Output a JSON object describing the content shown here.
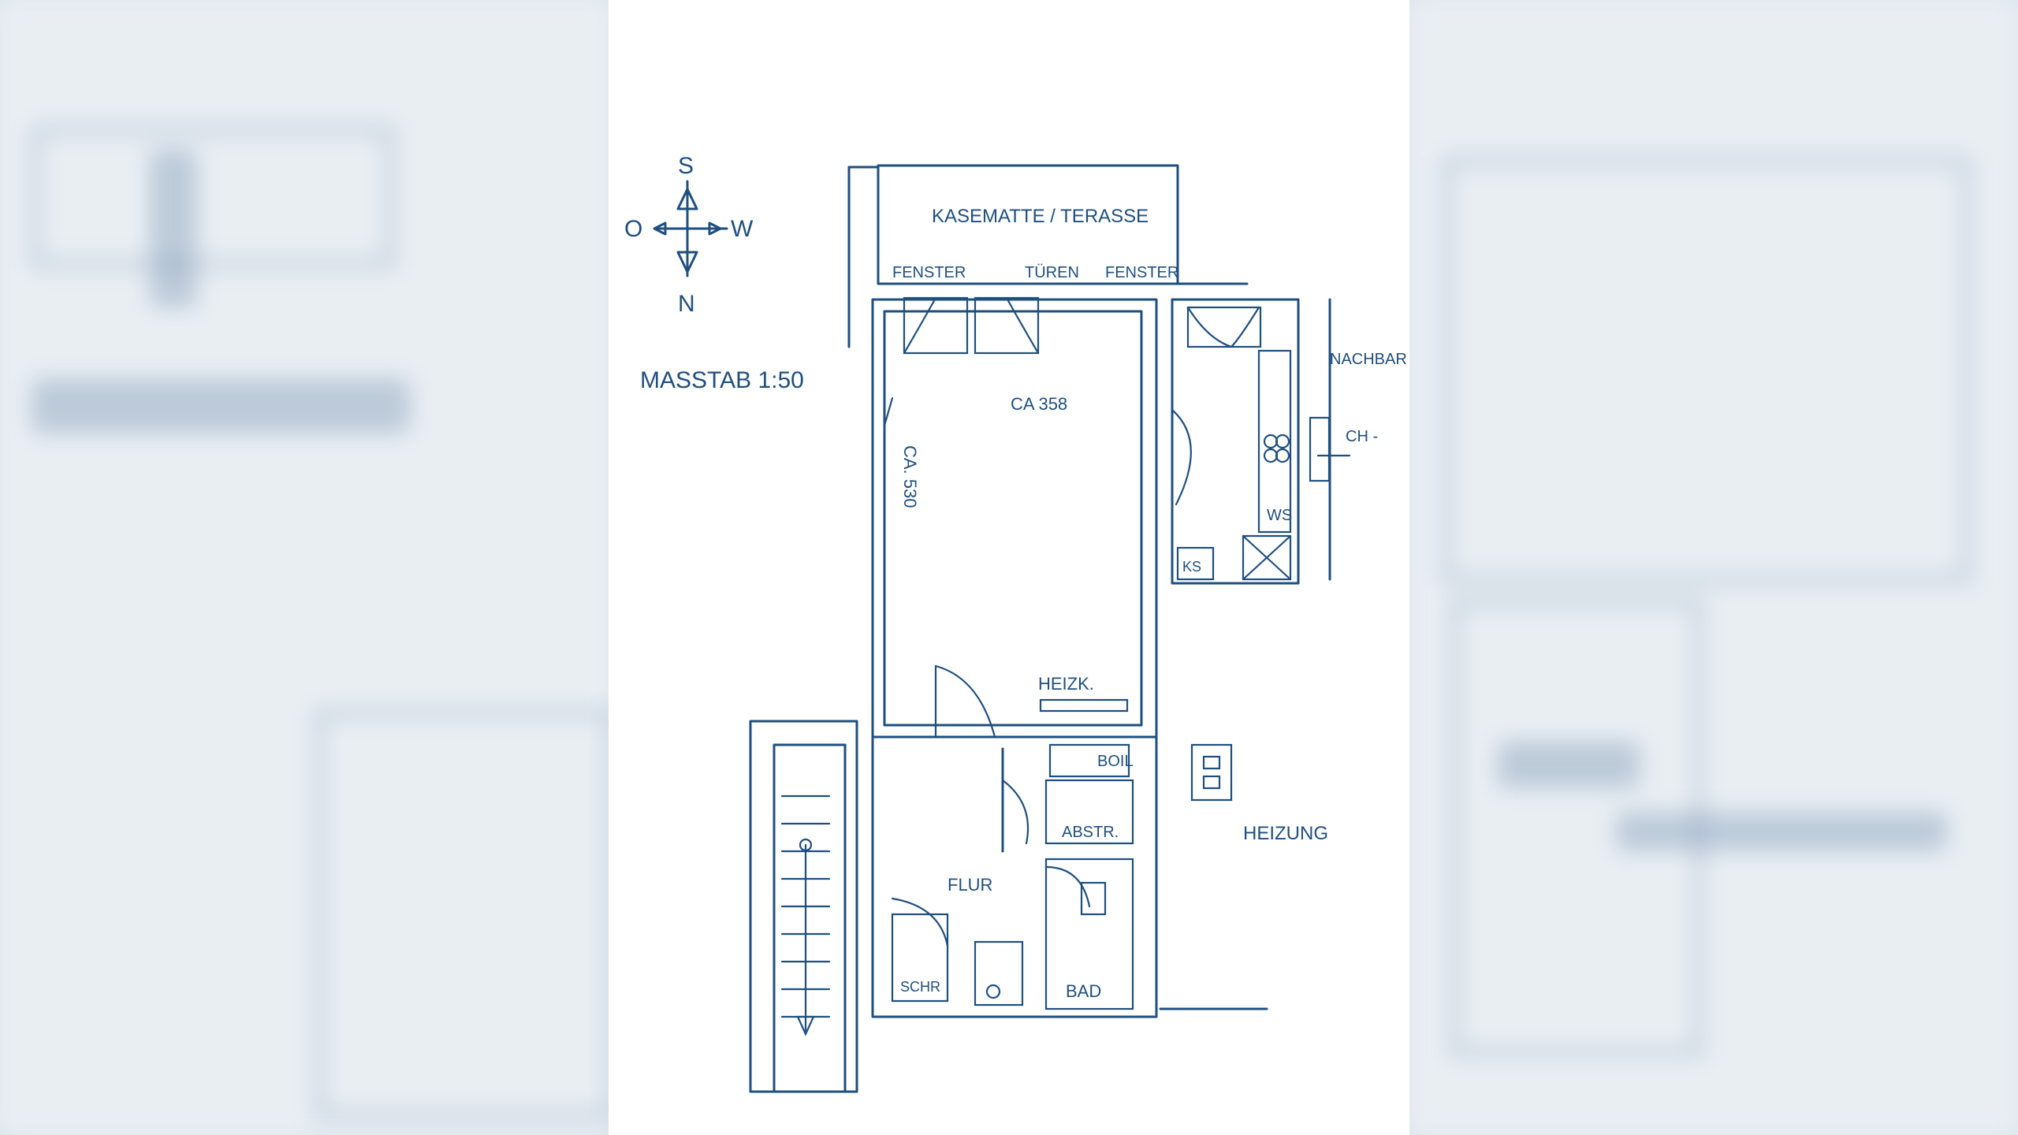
{
  "plan": {
    "scale": "MASSTAB 1:50",
    "compass": {
      "north": "N",
      "south": "S",
      "east": "O",
      "west": "W"
    },
    "labels": {
      "terrace": "KASEMATTE / TERASSE",
      "window_left": "FENSTER",
      "doors": "TÜREN",
      "window_right": "FENSTER",
      "width_dim": "CA 358",
      "height_dim": "CA. 530",
      "radiator": "HEIZK.",
      "boiler": "BOIL",
      "storage": "ABSTR.",
      "hall": "FLUR",
      "bath": "BAD",
      "closet": "SCHR",
      "heating": "HEIZUNG",
      "kitchen_ws": "WS",
      "kitchen_ks": "KS",
      "neighbor": "NACHBAR",
      "side_mark": "CH -"
    }
  }
}
